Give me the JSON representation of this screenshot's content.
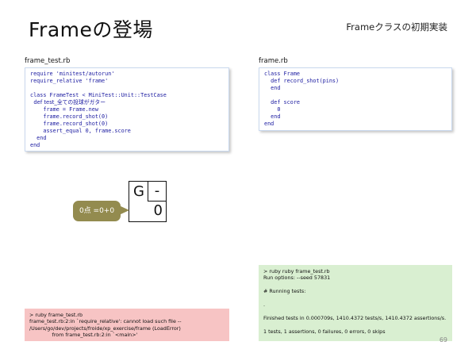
{
  "slide": {
    "title": "Frameの登場",
    "subtitle": "Frameクラスの初期実装",
    "page_number": "69"
  },
  "left_file": {
    "label": "frame_test.rb",
    "lines": [
      "require 'minitest/autorun'",
      "require_relative 'frame'",
      "",
      "class FrameTest < MiniTest::Unit::TestCase",
      "  def test_全ての投球がガター",
      "    frame = Frame.new",
      "    frame.record_shot(0)",
      "    frame.record_shot(0)",
      "    assert_equal 0, frame.score",
      "  end",
      "end"
    ]
  },
  "right_file": {
    "label": "frame.rb",
    "lines": [
      "class Frame",
      "  def record_shot(pins)",
      "  end",
      "",
      "  def score",
      "    0",
      "  end",
      "end"
    ]
  },
  "frame_diagram": {
    "ball1": "G",
    "ball2": "-",
    "total": "0",
    "callout": "0点 =0+0"
  },
  "terminal_success": {
    "lines": [
      "> ruby ruby frame_test.rb",
      "Run options: --seed 57831",
      "",
      "# Running tests:",
      "",
      ".",
      "",
      "Finished tests in 0.000709s, 1410.4372 tests/s, 1410.4372 assertions/s.",
      "",
      "1 tests, 1 assertions, 0 failures, 0 errors, 0 skips"
    ]
  },
  "terminal_error": {
    "lines": [
      "> ruby frame_test.rb",
      "frame_test.rb:2:in `require_relative': cannot load such file --",
      "/Users/go/dev/projects/froide/xp_exercise/frame (LoadError)",
      "              from frame_test.rb:2:in `<main>'"
    ]
  },
  "colors": {
    "code_text": "#1a1aa0",
    "callout_bg": "#938b4f",
    "success_bg": "#d9efd1",
    "error_bg": "#f7c4c4"
  }
}
